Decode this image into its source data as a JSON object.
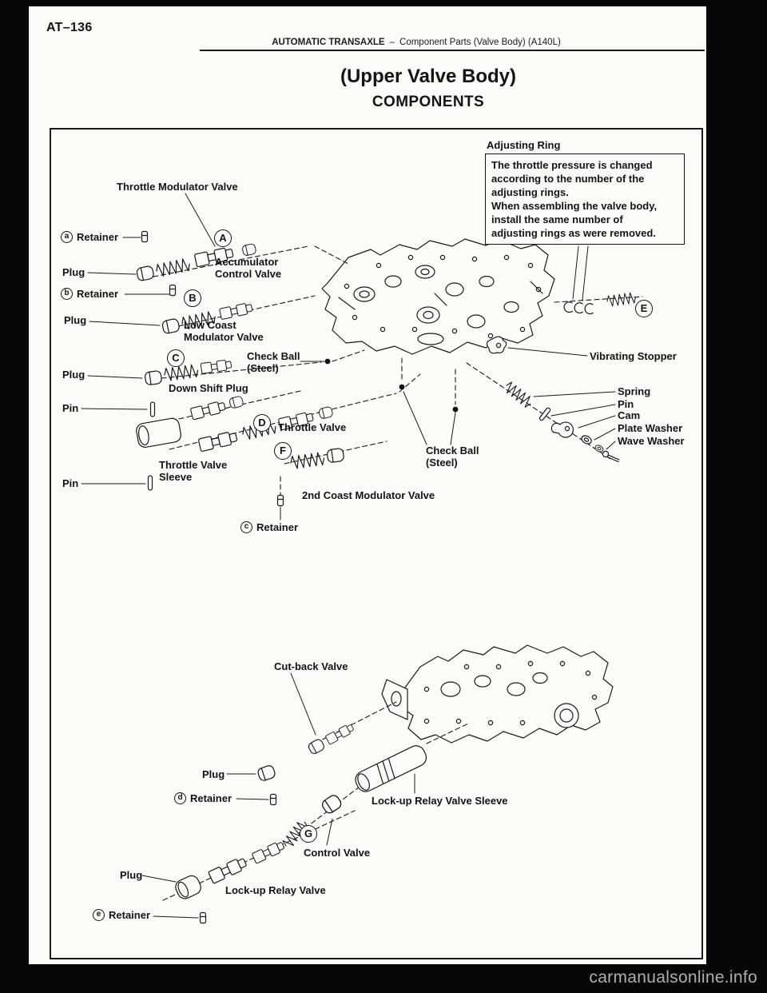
{
  "page": {
    "code": "AT–136",
    "section": "AUTOMATIC TRANSAXLE",
    "separator": "–",
    "subsection": "Component Parts (Valve Body) (A140L)",
    "title_line1": "(Upper Valve Body)",
    "title_line2": "COMPONENTS",
    "watermark": "carmanualsonline.info"
  },
  "diagram": {
    "adjusting_ring": "Adjusting Ring",
    "note": "The throttle pressure is changed\naccording to the number of the\nadjusting rings.\nWhen assembling the valve body,\ninstall the same number of\nadjusting rings as were removed.",
    "labels": {
      "throttle_modulator_valve": "Throttle Modulator Valve",
      "retainer": "Retainer",
      "plug": "Plug",
      "pin": "Pin",
      "accumulator_control_valve": "Accumulator\nControl Valve",
      "low_coast_modulator_valve": "Low Coast\nModulator Valve",
      "check_ball_steel": "Check Ball\n(Steel)",
      "down_shift_plug": "Down Shift Plug",
      "throttle_valve": "Throttle Valve",
      "throttle_valve_sleeve": "Throttle Valve\nSleeve",
      "second_coast_modulator_valve": "2nd Coast Modulator Valve",
      "vibrating_stopper": "Vibrating Stopper",
      "spring": "Spring",
      "cam": "Cam",
      "plate_washer": "Plate Washer",
      "wave_washer": "Wave Washer",
      "cut_back_valve": "Cut-back Valve",
      "control_valve": "Control Valve",
      "lock_up_relay_valve_sleeve": "Lock-up Relay Valve Sleeve",
      "lock_up_relay_valve": "Lock-up Relay Valve"
    },
    "callouts": {
      "A": "A",
      "B": "B",
      "C": "C",
      "D": "D",
      "E": "E",
      "F": "F",
      "G": "G",
      "a": "a",
      "b": "b",
      "c": "c",
      "d": "d",
      "e": "e"
    }
  }
}
